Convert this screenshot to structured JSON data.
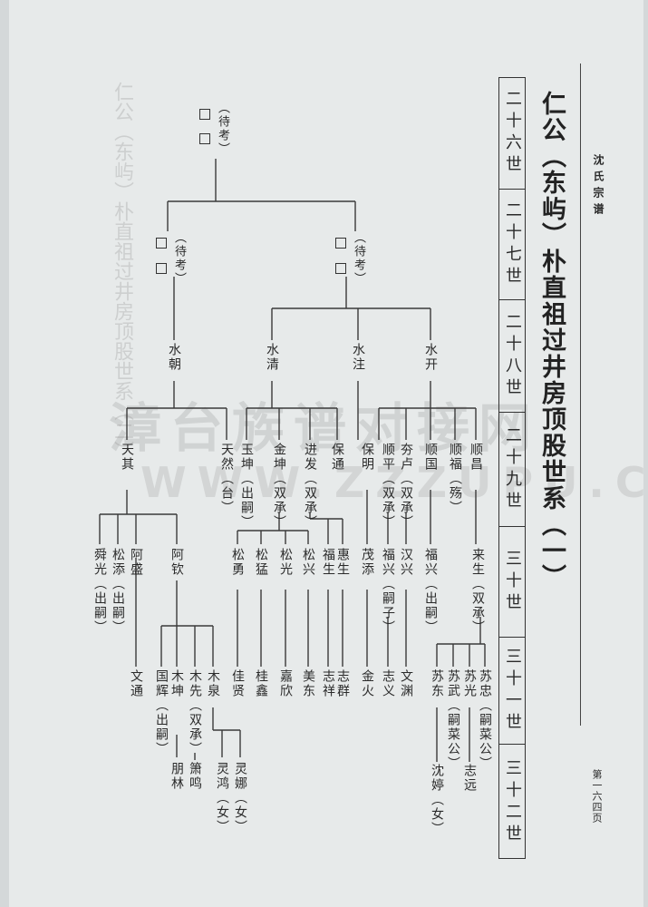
{
  "header": {
    "book": "沈氏宗谱",
    "page_number": "第一六四页"
  },
  "title": "仁公（东屿）朴直祖过井房顶股世系（一）",
  "generations": [
    "二十六世",
    "二十七世",
    "二十八世",
    "二十九世",
    "三十世",
    "三十一世",
    "三十二世"
  ],
  "watermark": {
    "text": "漳台族谱对接网",
    "url": "WWW.ZZZUPU.COM"
  },
  "shadow_text": "仁公（东屿）朴直祖过井房顶股世系（二）",
  "unknown_note": "（待考）",
  "tree": {
    "g28": [
      "水朝",
      "水清",
      "水注",
      "水开"
    ],
    "g29": [
      "天其",
      "天然（台）",
      "玉坤（出嗣）",
      "金坤（双承）",
      "进发（双承）",
      "保通",
      "保明",
      "顺平（双承）",
      "夯卢（双承）",
      "顺国",
      "顺福（殇）",
      "顺昌"
    ],
    "g30": [
      "舜光（出嗣）",
      "松添（出嗣）",
      "阿盛",
      "阿钦",
      "松勇",
      "松猛",
      "松光",
      "松兴",
      "福生",
      "惠生",
      "茂添",
      "福兴（嗣子）",
      "汉兴",
      "福兴（出嗣）",
      "来生（双承）"
    ],
    "g31": [
      "文通",
      "国辉（出嗣）",
      "木坤",
      "木先（双承）",
      "木泉",
      "佳贤",
      "桂鑫",
      "嘉欣",
      "美东",
      "志祥",
      "志群",
      "金火",
      "志义",
      "文渊",
      "苏东",
      "苏武（嗣菜公）",
      "苏光",
      "苏忠（嗣菜公）"
    ],
    "g32": [
      "朋林",
      "箫鸣",
      "灵鸿（女）",
      "灵娜（女）",
      "沈婷（女）",
      "志远"
    ]
  }
}
